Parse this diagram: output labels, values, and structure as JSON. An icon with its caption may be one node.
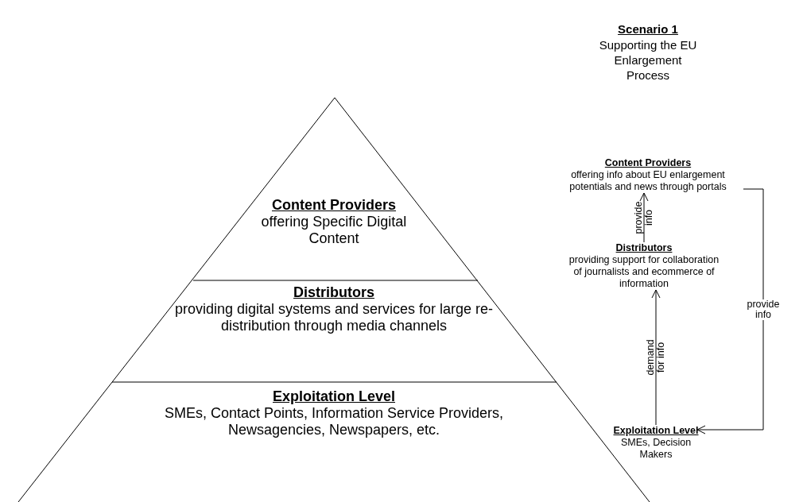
{
  "diagram": {
    "title": "Scenario 1",
    "nodes": [
      {
        "text": [
          "Content Providers",
          "offering Specific Digital Content"
        ]
      },
      {
        "text": [
          "Distributors",
          "providing digital systems and services for large re-distribution through media channels"
        ]
      },
      {
        "text": [
          "Exploitation Level",
          "SMEs, Contact Points, Information Service Providers, Newsagencies, Newspapers, etc."
        ]
      },
      {
        "text": [
          "Content Providers",
          "offering info about EU enlargement potentials and news through portals"
        ]
      },
      {
        "text": [
          "Distributors",
          "providing support for collaboration of journalists and ecommerce of information"
        ]
      },
      {
        "text": [
          "Exploitation Level",
          "SMEs, Decision Makers"
        ]
      }
    ],
    "edges": [
      {
        "from": 4,
        "to": 3,
        "arrow": "to",
        "label": "provide info"
      },
      {
        "from": 5,
        "to": 4,
        "arrow": "to",
        "label": "demand for info"
      },
      {
        "from": 3,
        "to": 5,
        "arrow": "to",
        "label": "provide info"
      }
    ],
    "labels": [
      "Supporting the EU Enlargement Process"
    ]
  }
}
